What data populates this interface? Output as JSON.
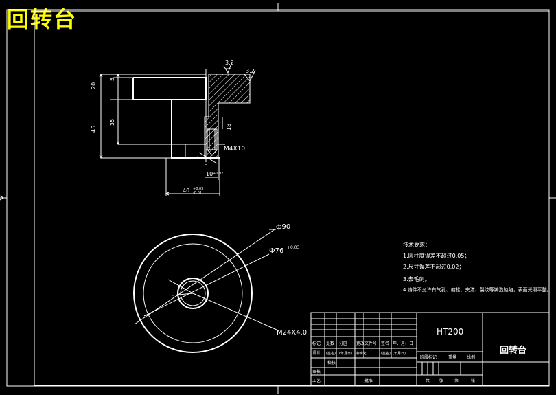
{
  "overlay_title": "回转台",
  "section_view": {
    "dims": {
      "d20": "20",
      "d5": "5",
      "d45": "45",
      "d35": "35",
      "d40": "40",
      "d10": "10",
      "d2": "2",
      "d18": "18",
      "d4": "4"
    },
    "roughness": [
      "3.2",
      "3.2"
    ],
    "thread_label": "M4X10"
  },
  "top_view": {
    "d90": "ф90",
    "d76": "Ф76",
    "d76_tol": "+0.03",
    "thread": "M24X4.0"
  },
  "notes": {
    "heading": "技术要求：",
    "items": [
      "1.圆柱度误差不超过0.05；",
      "2.尺寸误差不超过0.02；",
      "3.去毛刺。",
      "4.铸件不允许有气孔、缩松、夹渣、裂纹等铸造缺陷，表面光滑平整。"
    ]
  },
  "title_block": {
    "material": "HT200",
    "part_name": "回转台",
    "header_row": [
      "标记",
      "处数",
      "分区",
      "更改文件号",
      "签名",
      "年、月、日"
    ],
    "design_row": [
      "设计",
      "(签名)",
      "(年月日)",
      "标准化",
      "(签名)",
      "(年月日)"
    ],
    "sign_label": "校核",
    "stage_labels": [
      "阶段标记",
      "重量",
      "比例"
    ],
    "review_label": "审核",
    "craft_label": "工艺",
    "approve_label": "批准",
    "sheets": [
      "共",
      "张",
      "第",
      "张"
    ]
  }
}
